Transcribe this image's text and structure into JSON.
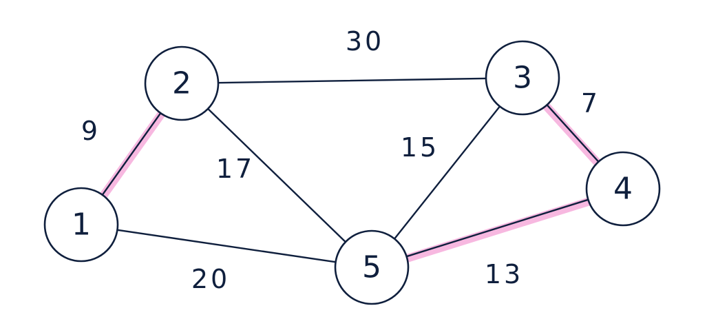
{
  "graph": {
    "nodes": [
      {
        "id": "1",
        "label": "1"
      },
      {
        "id": "2",
        "label": "2"
      },
      {
        "id": "3",
        "label": "3"
      },
      {
        "id": "4",
        "label": "4"
      },
      {
        "id": "5",
        "label": "5"
      }
    ],
    "edges": [
      {
        "from": "1",
        "to": "2",
        "weight": "9",
        "highlighted": true
      },
      {
        "from": "2",
        "to": "3",
        "weight": "30",
        "highlighted": false
      },
      {
        "from": "2",
        "to": "5",
        "weight": "17",
        "highlighted": false
      },
      {
        "from": "3",
        "to": "5",
        "weight": "15",
        "highlighted": false
      },
      {
        "from": "3",
        "to": "4",
        "weight": "7",
        "highlighted": true
      },
      {
        "from": "1",
        "to": "5",
        "weight": "20",
        "highlighted": false
      },
      {
        "from": "5",
        "to": "4",
        "weight": "13",
        "highlighted": true
      }
    ]
  },
  "colors": {
    "ink": "#0f1f3d",
    "highlight": "#f7b8e0"
  }
}
